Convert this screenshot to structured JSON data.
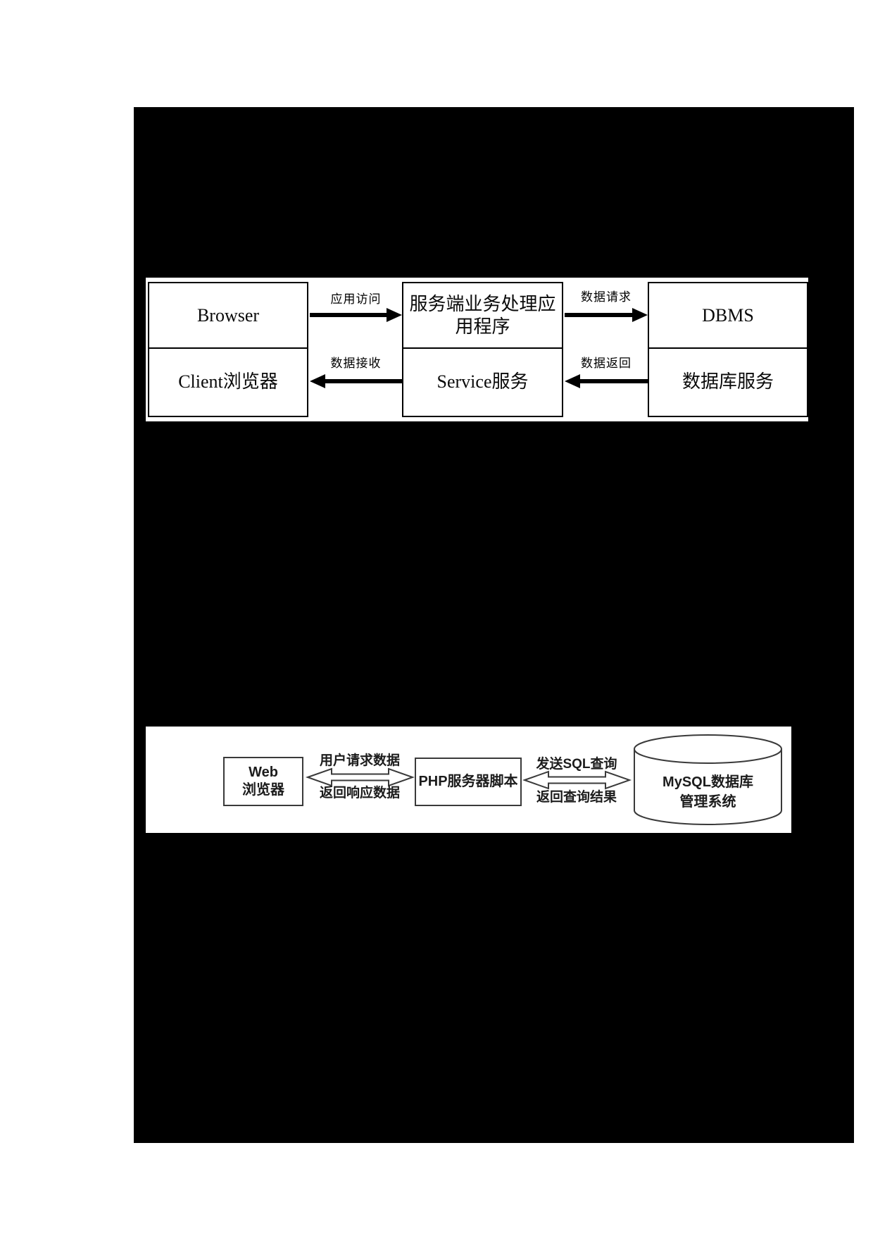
{
  "colors": {
    "page_background": "#ffffff",
    "panel_background": "#000000",
    "diagram1_stroke": "#000000",
    "diagram2_stroke": "#3a3a3a"
  },
  "diagram1": {
    "left_box": {
      "top": "Browser",
      "bottom": "Client浏览器"
    },
    "middle_box": {
      "top_line1": "服务端业务处理应",
      "top_line2": "用程序",
      "bottom": "Service服务"
    },
    "right_box": {
      "top": "DBMS",
      "bottom": "数据库服务"
    },
    "labels": {
      "top_left": "应用访问",
      "bottom_left": "数据接收",
      "top_right": "数据请求",
      "bottom_right": "数据返回"
    },
    "arrow_directions": {
      "top_left": "right",
      "bottom_left": "left",
      "top_right": "right",
      "bottom_right": "left"
    }
  },
  "diagram2": {
    "web_box": {
      "line1": "Web",
      "line2": "浏览器"
    },
    "php_box": {
      "label": "PHP服务器脚本"
    },
    "database": {
      "line1": "MySQL数据库",
      "line2": "管理系统"
    },
    "labels": {
      "arrow1_top": "用户请求数据",
      "arrow1_bottom": "返回响应数据",
      "arrow2_top": "发送SQL查询",
      "arrow2_bottom": "返回查询结果"
    }
  }
}
